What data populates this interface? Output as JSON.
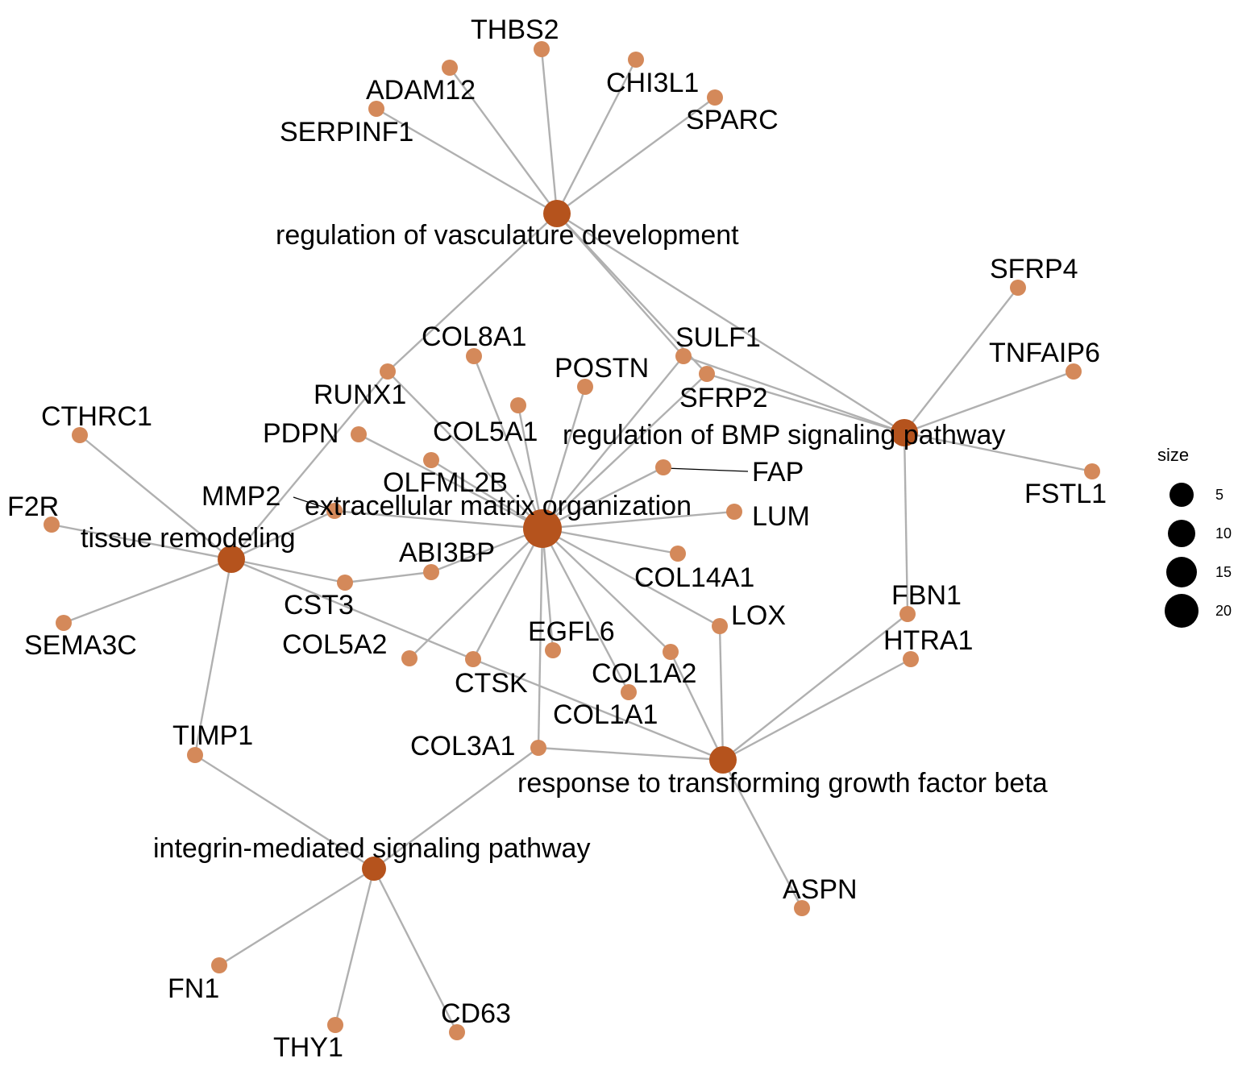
{
  "colors": {
    "edge": "#b0b0b0",
    "category_node": "#b5531d",
    "gene_node": "#d4895a",
    "legend_dot": "#000000",
    "leader_line": "#000000"
  },
  "categories": [
    {
      "id": "vasc",
      "label": "regulation of vasculature development"
    },
    {
      "id": "bmp",
      "label": "regulation of BMP signaling pathway"
    },
    {
      "id": "ecm",
      "label": "extracellular matrix organization"
    },
    {
      "id": "tissue",
      "label": "tissue remodeling"
    },
    {
      "id": "tgfb",
      "label": "response to transforming growth factor beta"
    },
    {
      "id": "integrin",
      "label": "integrin-mediated signaling pathway"
    }
  ],
  "genes": [
    "THBS2",
    "ADAM12",
    "CHI3L1",
    "SERPINF1",
    "SPARC",
    "SFRP4",
    "TNFAIP6",
    "FSTL1",
    "COL8A1",
    "SULF1",
    "POSTN",
    "RUNX1",
    "SFRP2",
    "COL5A1",
    "PDPN",
    "CTHRC1",
    "OLFML2B",
    "FAP",
    "MMP2",
    "LUM",
    "F2R",
    "ABI3BP",
    "CST3",
    "COL14A1",
    "SEMA3C",
    "FBN1",
    "LOX",
    "HTRA1",
    "EGFL6",
    "COL5A2",
    "COL1A2",
    "CTSK",
    "COL1A1",
    "TIMP1",
    "COL3A1",
    "ASPN",
    "FN1",
    "CD63",
    "THY1"
  ],
  "edges": [
    [
      "vasc",
      "THBS2"
    ],
    [
      "vasc",
      "ADAM12"
    ],
    [
      "vasc",
      "CHI3L1"
    ],
    [
      "vasc",
      "SERPINF1"
    ],
    [
      "vasc",
      "SPARC"
    ],
    [
      "vasc",
      "RUNX1"
    ],
    [
      "vasc",
      "SULF1"
    ],
    [
      "vasc",
      "SFRP2"
    ],
    [
      "bmp",
      "SFRP4"
    ],
    [
      "bmp",
      "TNFAIP6"
    ],
    [
      "bmp",
      "FSTL1"
    ],
    [
      "bmp",
      "SULF1"
    ],
    [
      "bmp",
      "SFRP2"
    ],
    [
      "bmp",
      "FBN1"
    ],
    [
      "vasc",
      "bmp"
    ],
    [
      "ecm",
      "COL8A1"
    ],
    [
      "ecm",
      "POSTN"
    ],
    [
      "ecm",
      "COL5A1"
    ],
    [
      "ecm",
      "PDPN"
    ],
    [
      "ecm",
      "OLFML2B"
    ],
    [
      "ecm",
      "RUNX1"
    ],
    [
      "ecm",
      "SULF1"
    ],
    [
      "ecm",
      "FAP"
    ],
    [
      "ecm",
      "LUM"
    ],
    [
      "ecm",
      "MMP2"
    ],
    [
      "ecm",
      "COL14A1"
    ],
    [
      "ecm",
      "LOX"
    ],
    [
      "ecm",
      "COL1A2"
    ],
    [
      "ecm",
      "COL1A1"
    ],
    [
      "ecm",
      "EGFL6"
    ],
    [
      "ecm",
      "CTSK"
    ],
    [
      "ecm",
      "COL5A2"
    ],
    [
      "ecm",
      "COL3A1"
    ],
    [
      "ecm",
      "ABI3BP"
    ],
    [
      "ecm",
      "SFRP2"
    ],
    [
      "tissue",
      "CTHRC1"
    ],
    [
      "tissue",
      "F2R"
    ],
    [
      "tissue",
      "SEMA3C"
    ],
    [
      "tissue",
      "TIMP1"
    ],
    [
      "tissue",
      "MMP2"
    ],
    [
      "tissue",
      "RUNX1"
    ],
    [
      "tissue",
      "CST3"
    ],
    [
      "tissue",
      "CTSK"
    ],
    [
      "ABI3BP",
      "CST3"
    ],
    [
      "tgfb",
      "LOX"
    ],
    [
      "tgfb",
      "FBN1"
    ],
    [
      "tgfb",
      "HTRA1"
    ],
    [
      "tgfb",
      "COL1A2"
    ],
    [
      "tgfb",
      "COL3A1"
    ],
    [
      "tgfb",
      "ASPN"
    ],
    [
      "tgfb",
      "CTSK"
    ],
    [
      "integrin",
      "TIMP1"
    ],
    [
      "integrin",
      "COL3A1"
    ],
    [
      "integrin",
      "FN1"
    ],
    [
      "integrin",
      "THY1"
    ],
    [
      "integrin",
      "CD63"
    ]
  ],
  "legend": {
    "title": "size",
    "entries": [
      {
        "label": "5",
        "value": 5
      },
      {
        "label": "10",
        "value": 10
      },
      {
        "label": "15",
        "value": 15
      },
      {
        "label": "20",
        "value": 20
      }
    ]
  }
}
